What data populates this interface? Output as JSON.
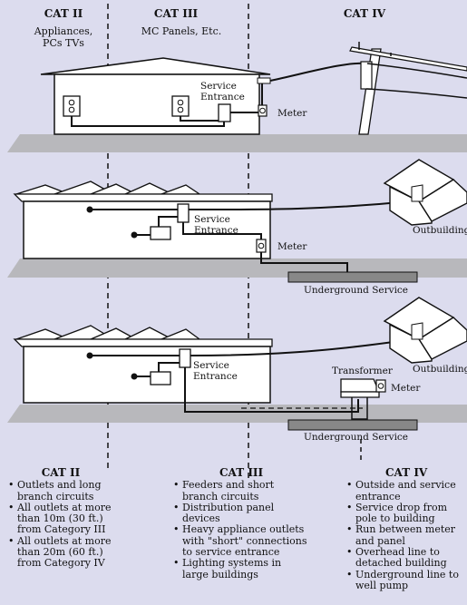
{
  "header": {
    "cat2": {
      "title": "CAT II",
      "sub": "Appliances,\nPCs TVs"
    },
    "cat3": {
      "title": "CAT III",
      "sub": "MC Panels, Etc."
    },
    "cat4": {
      "title": "CAT IV"
    }
  },
  "labels": {
    "service_entrance_1": "Service\nEntrance",
    "meter_1": "Meter",
    "service_entrance_2": "Service\nEntrance",
    "meter_2": "Meter",
    "outbuilding_2": "Outbuilding",
    "underground_2": "Underground Service",
    "service_entrance_3": "Service\nEntrance",
    "transformer_3": "Transformer",
    "outbuilding_3": "Outbuilding",
    "meter_3": "Meter",
    "underground_3": "Underground Service"
  },
  "columns": {
    "cat2": {
      "title": "CAT II",
      "items": [
        "Outlets and long branch circuits",
        "All outlets at more than 10m (30 ft.) from Category III",
        "All outlets at more than 20m (60 ft.) from Category IV"
      ]
    },
    "cat3": {
      "title": "CAT III",
      "items": [
        "Feeders and short branch circuits",
        "Distribution panel devices",
        "Heavy appliance outlets with \"short\" connections to service entrance",
        "Lighting systems in large buildings"
      ]
    },
    "cat4": {
      "title": "CAT IV",
      "items": [
        "Outside and service entrance",
        "Service drop from pole to building",
        "Run between meter and panel",
        "Overhead line to detached building",
        "Underground line to well pump"
      ]
    }
  },
  "colors": {
    "background": "#dcdcee",
    "ground": "#b8b8bc",
    "line": "#111111"
  }
}
